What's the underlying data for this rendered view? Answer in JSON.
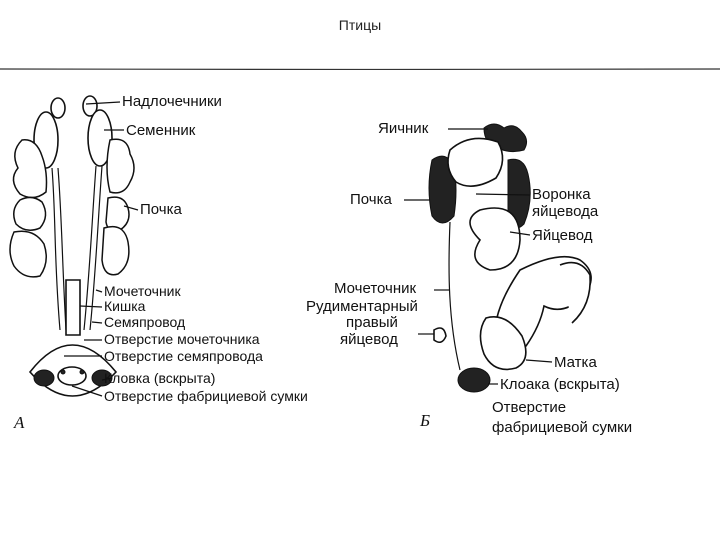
{
  "title": "Птицы",
  "panel_a": {
    "letter": "А",
    "labels": {
      "adrenal": "Надлочечники",
      "testis": "Семенник",
      "kidney": "Почка",
      "ureter": "Мочеточник",
      "intestine": "Кишка",
      "vas_deferens": "Семяпровод",
      "ureter_opening": "Отверстие мочеточника",
      "vas_opening": "Отверстие семяпровода",
      "cloaca": "Кловка (вскрыта)",
      "bursa_opening": "Отверстие фабрициевой сумки"
    }
  },
  "panel_b": {
    "letter": "Б",
    "labels": {
      "ovary": "Яичник",
      "kidney": "Почка",
      "funnel_1": "Воронка",
      "funnel_2": "яйцевода",
      "oviduct": "Яйцевод",
      "ureter": "Мочеточник",
      "rudiment_1": "Рудиментарный",
      "rudiment_2": "правый",
      "rudiment_3": "яйцевод",
      "uterus": "Матка",
      "cloaca": "Клоака (вскрыта)",
      "bursa_1": "Отверстие",
      "bursa_2": "фабрициевой сумки"
    }
  }
}
